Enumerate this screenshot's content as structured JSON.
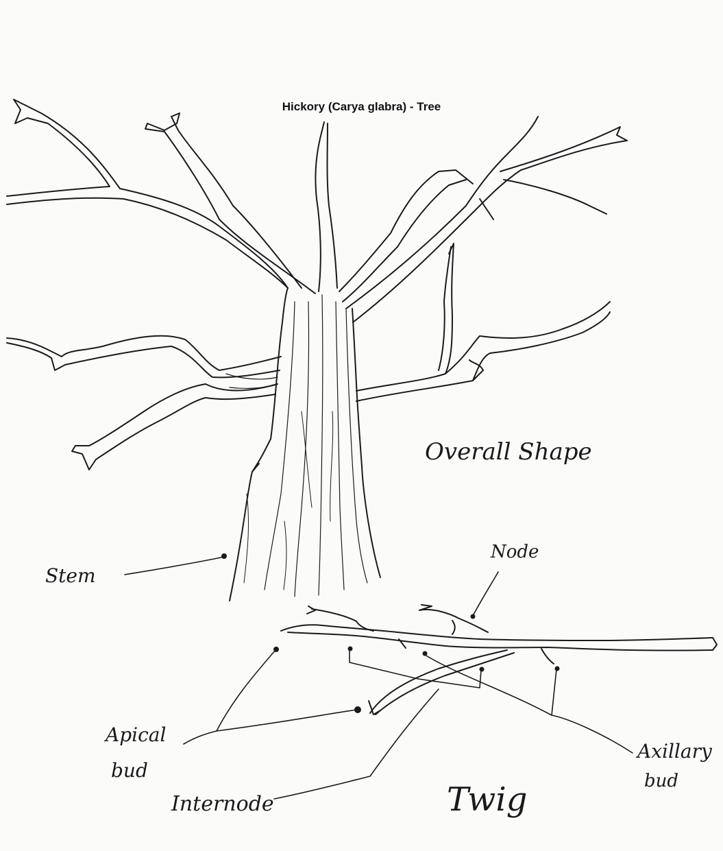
{
  "title": "Hickory (Carya glabra) - Tree",
  "labels": {
    "overall_shape": "Overall Shape",
    "stem": "Stem",
    "node": "Node",
    "apical_bud_line1": "Apical",
    "apical_bud_line2": "bud",
    "internode": "Internode",
    "axillary_bud_line1": "Axillary",
    "axillary_bud_line2": "bud",
    "twig": "Twig"
  },
  "colors": {
    "background": "#fbfbfa",
    "ink": "#1a1a1a"
  }
}
